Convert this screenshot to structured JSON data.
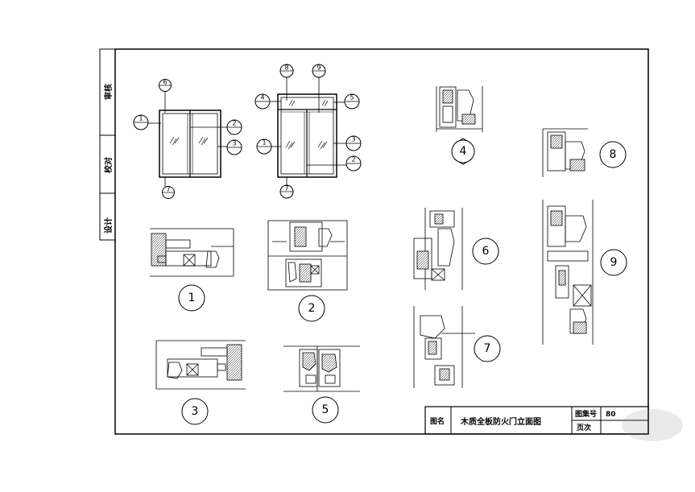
{
  "side_labels": [
    "审核",
    "校对",
    "设计"
  ],
  "title_block": {
    "name_label": "图名",
    "title": "木质全板防火门立面图",
    "drawing_no_label": "图集号",
    "drawing_no_value": "80",
    "page_label": "页次"
  },
  "elevation_a": {
    "top": "6",
    "bottom": "7",
    "left": "1",
    "right": [
      "2",
      "3"
    ]
  },
  "elevation_b": {
    "top": [
      "8",
      "9"
    ],
    "left": [
      "4",
      "1"
    ],
    "right": [
      "5",
      "3",
      "2"
    ],
    "bottom": "7"
  },
  "details": [
    "1",
    "2",
    "3",
    "4",
    "5",
    "6",
    "7",
    "8",
    "9"
  ]
}
